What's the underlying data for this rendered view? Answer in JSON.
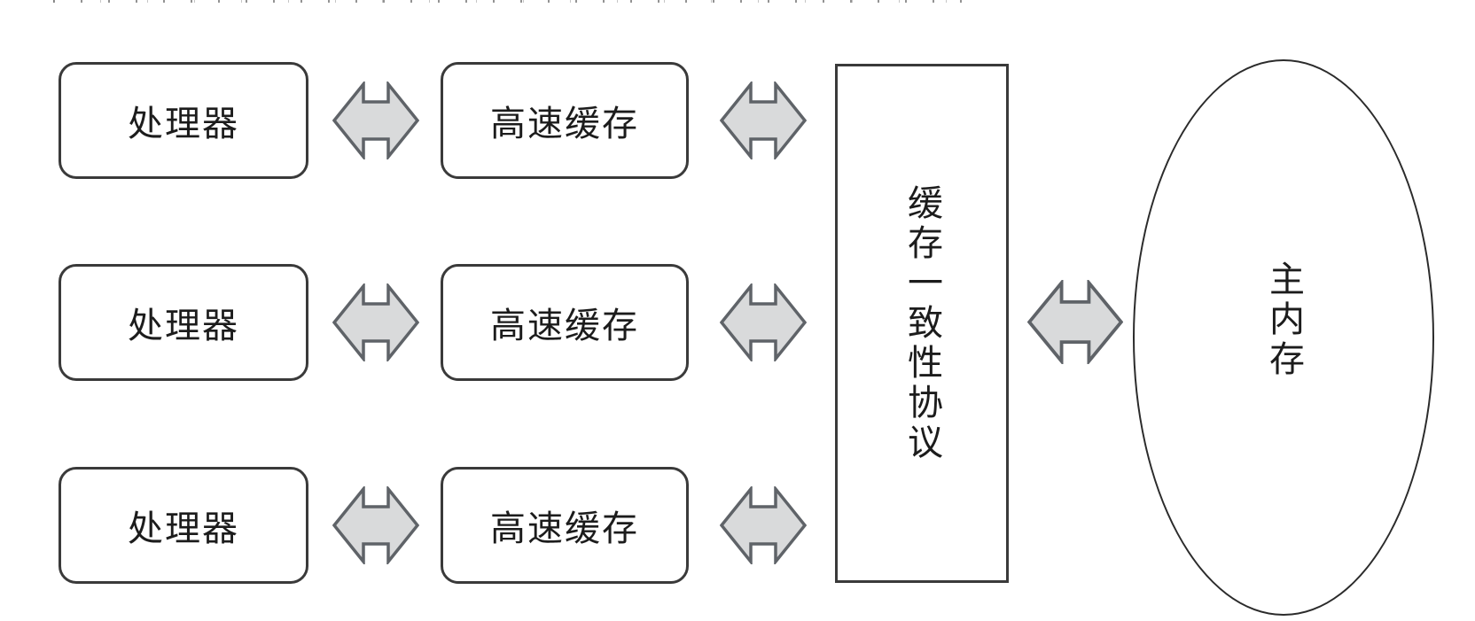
{
  "diagram": {
    "type": "block-diagram",
    "title": "",
    "rows": [
      {
        "processor": "处理器",
        "cache": "高速缓存"
      },
      {
        "processor": "处理器",
        "cache": "高速缓存"
      },
      {
        "processor": "处理器",
        "cache": "高速缓存"
      }
    ],
    "protocol_label": "缓存一致性协议",
    "memory_label": "主内存",
    "connector_type": "bidirectional-double-headed-arrow",
    "connector_count": 7,
    "colors": {
      "background": "#ffffff",
      "box_border": "#3a3a3a",
      "label_text": "#1c1c1c",
      "arrow_fill": "#d9dadb",
      "arrow_stroke": "#5f6368",
      "ellipse_stroke": "#2b2b2b"
    }
  }
}
